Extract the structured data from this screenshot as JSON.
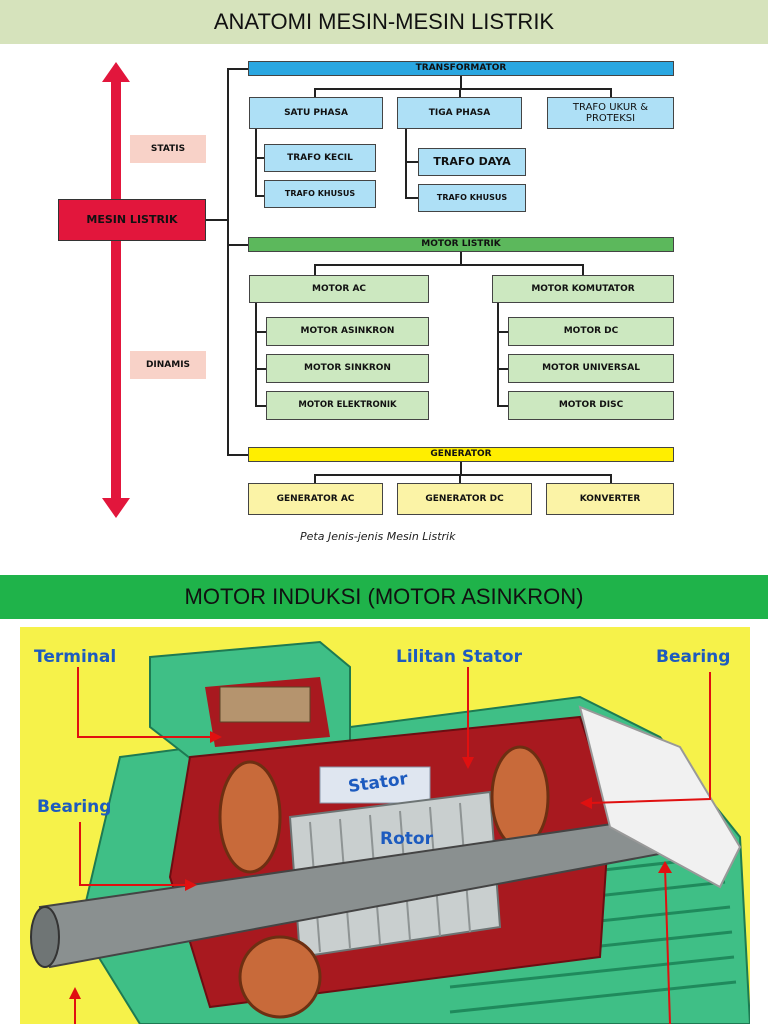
{
  "header": {
    "title": "ANATOMI  MESIN-MESIN LISTRIK"
  },
  "diagram": {
    "root": "MESIN LISTRIK",
    "side_labels": {
      "statis": "STATIS",
      "dinamis": "DINAMIS"
    },
    "transformator": {
      "title": "TRANSFORMATOR",
      "satu_phasa": {
        "label": "SATU PHASA",
        "children": [
          "TRAFO KECIL",
          "TRAFO KHUSUS"
        ]
      },
      "tiga_phasa": {
        "label": "TIGA PHASA",
        "children": [
          "TRAFO DAYA",
          "TRAFO KHUSUS"
        ]
      },
      "trafo_ukur": "TRAFO UKUR & PROTEKSI"
    },
    "motor_listrik": {
      "title": "MOTOR LISTRIK",
      "motor_ac": {
        "label": "MOTOR AC",
        "children": [
          "MOTOR ASINKRON",
          "MOTOR SINKRON",
          "MOTOR ELEKTRONIK"
        ]
      },
      "motor_komutator": {
        "label": "MOTOR KOMUTATOR",
        "children": [
          "MOTOR DC",
          "MOTOR UNIVERSAL",
          "MOTOR DISC"
        ]
      }
    },
    "generator": {
      "title": "GENERATOR",
      "children": [
        "GENERATOR AC",
        "GENERATOR DC",
        "KONVERTER"
      ]
    },
    "caption": "Peta Jenis-jenis Mesin Listrik"
  },
  "section2": {
    "title": "MOTOR  INDUKSI (MOTOR ASINKRON)",
    "labels": {
      "terminal": "Terminal",
      "lilitan_stator": "Lilitan Stator",
      "bearing_right": "Bearing",
      "bearing_left": "Bearing",
      "stator": "Stator",
      "rotor": "Rotor"
    }
  },
  "colors": {
    "banner_top": "#d6e3bc",
    "banner_section": "#1fb34a",
    "arrow_red": "#e2163c",
    "motor_green": "#3fbf86",
    "label_blue": "#1d5bbf"
  }
}
